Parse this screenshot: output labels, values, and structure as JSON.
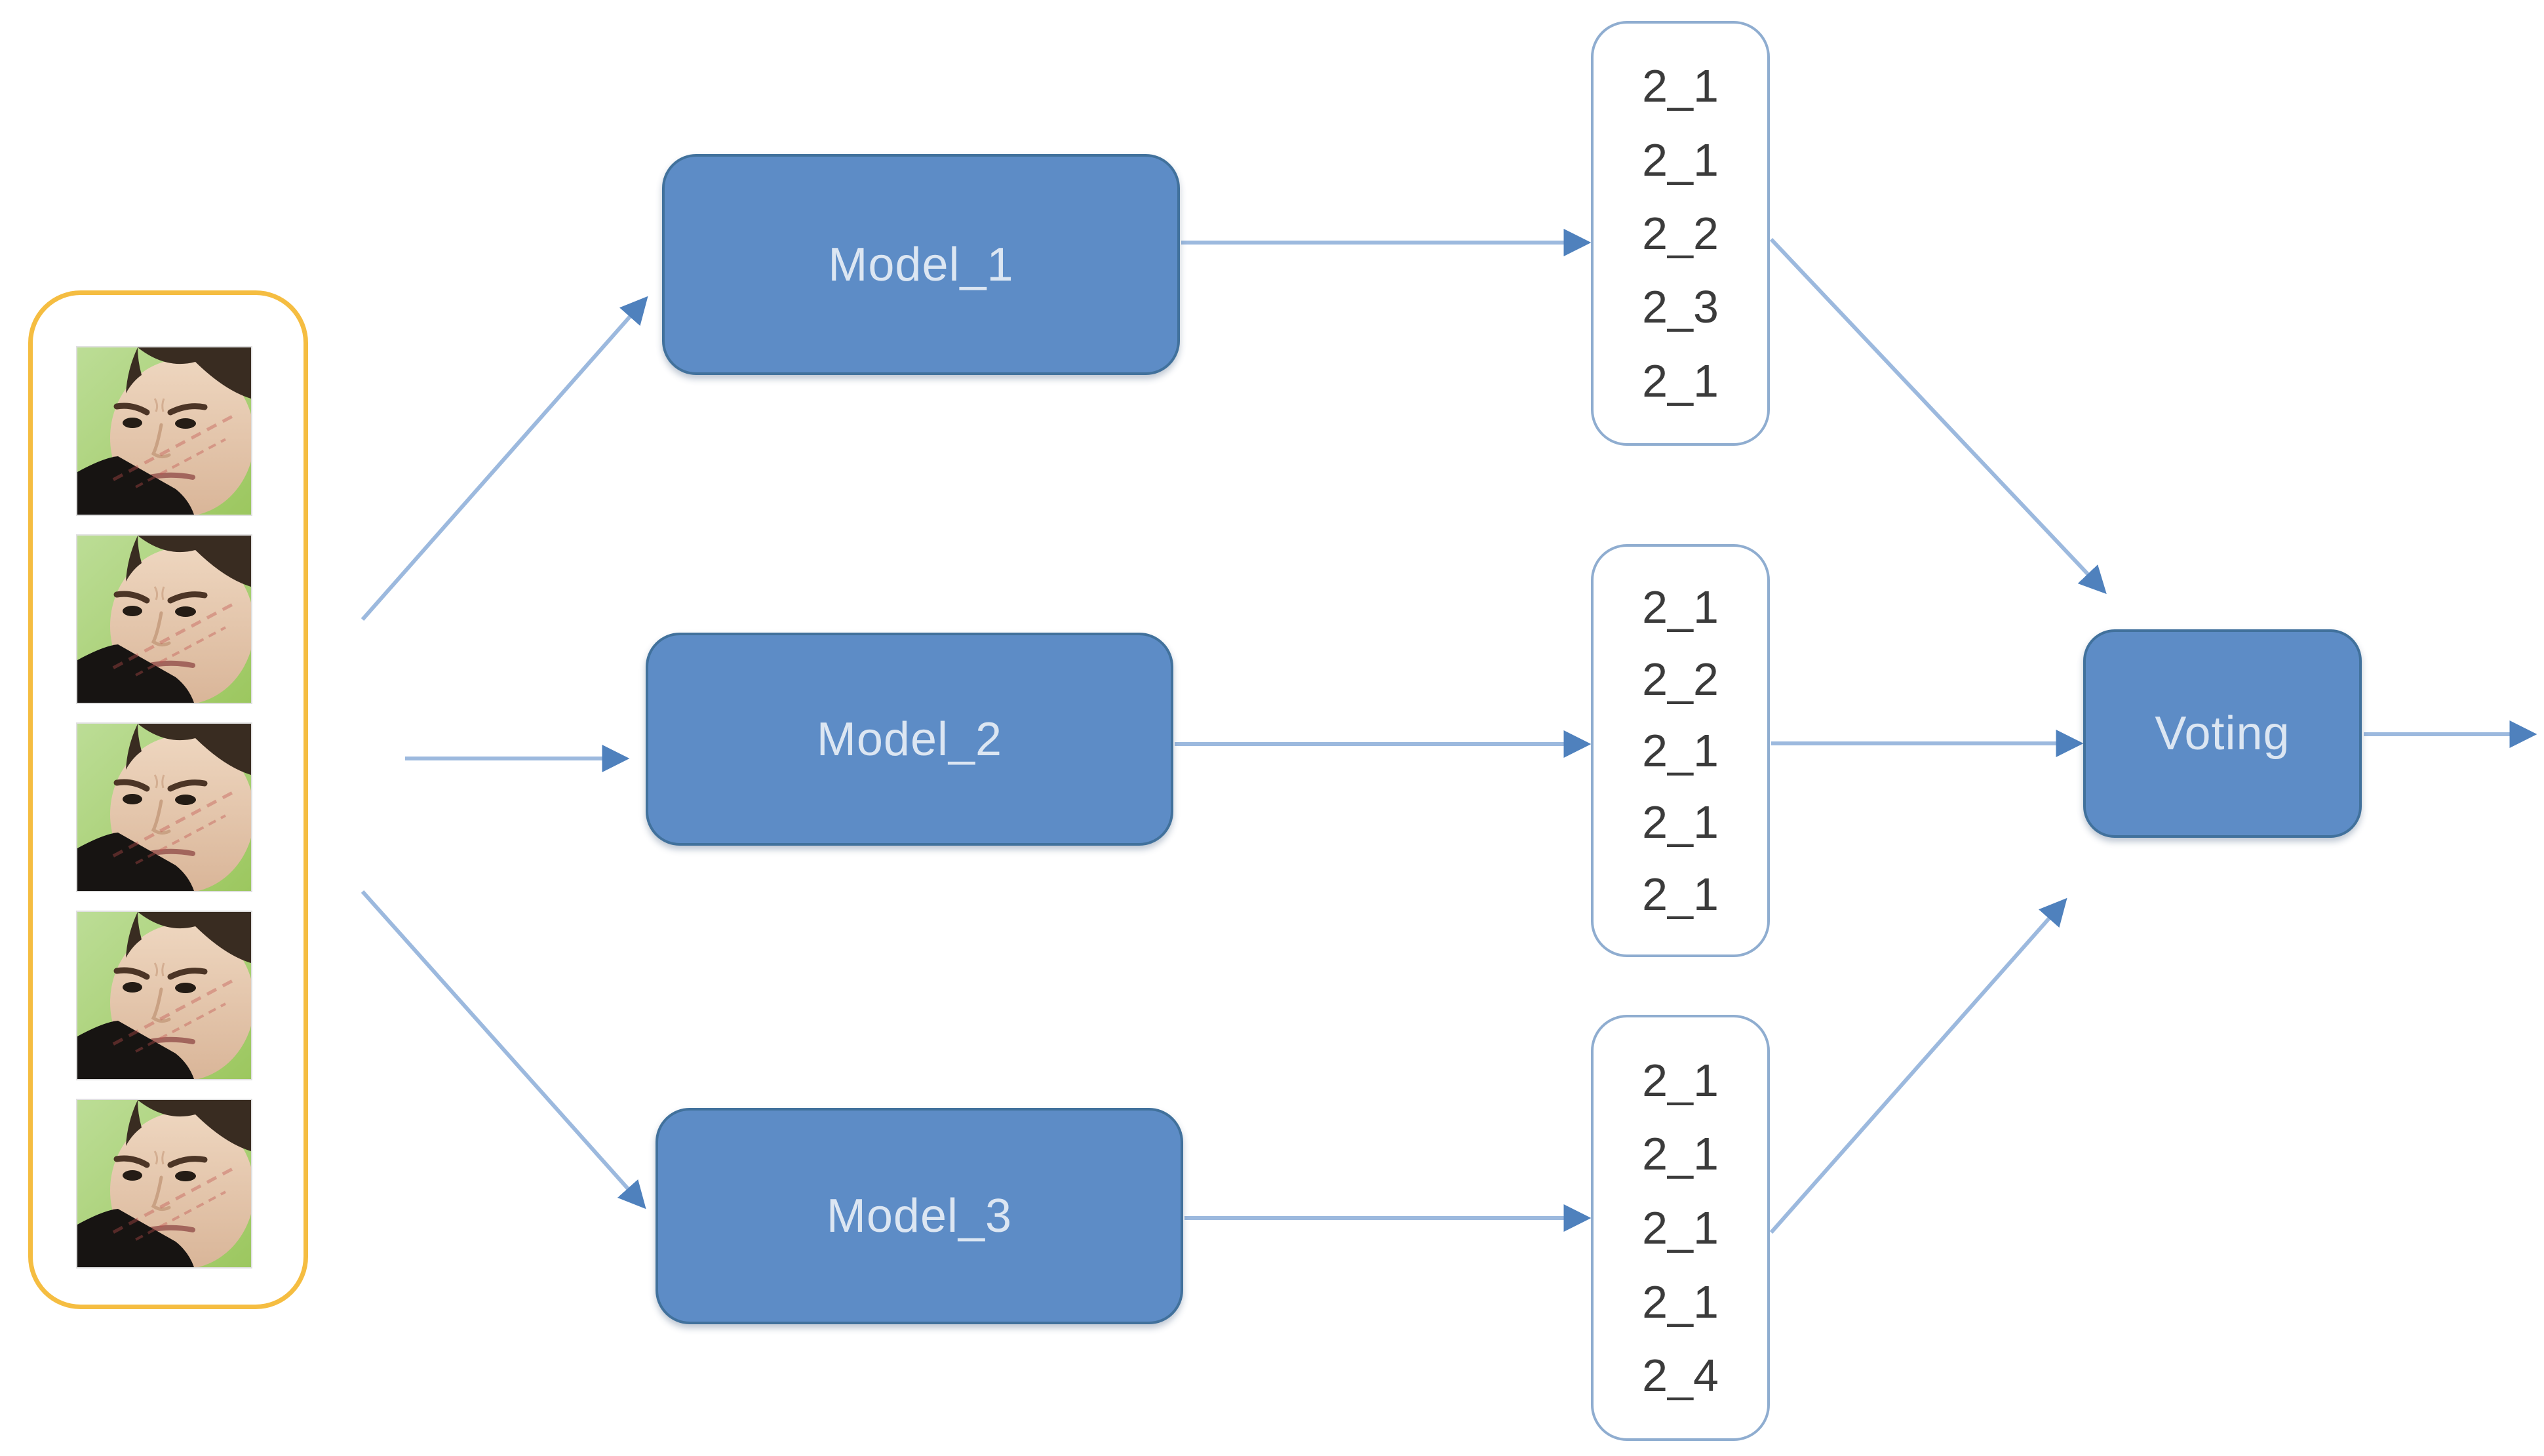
{
  "figure": {
    "input_panel": {
      "image_count": 5,
      "description": "stack of five frowning face photos"
    },
    "models": [
      {
        "label": "Model_1"
      },
      {
        "label": "Model_2"
      },
      {
        "label": "Model_3"
      }
    ],
    "predictions": [
      {
        "values": [
          "2_1",
          "2_1",
          "2_2",
          "2_3",
          "2_1"
        ]
      },
      {
        "values": [
          "2_1",
          "2_2",
          "2_1",
          "2_1",
          "2_1"
        ]
      },
      {
        "values": [
          "2_1",
          "2_1",
          "2_1",
          "2_1",
          "2_4"
        ]
      }
    ],
    "voting": {
      "label": "Voting"
    },
    "colors": {
      "node_fill": "#5d8cc6",
      "node_border": "#41719c",
      "node_text": "#dce6f2",
      "list_border": "#8fadd0",
      "list_text": "#3b3b3b",
      "arrow_line": "#9cb9de",
      "arrow_head": "#4f81bd",
      "input_border": "#f5bd41",
      "photo_background": "#a8cf73",
      "watermark": "#c0504d"
    }
  }
}
